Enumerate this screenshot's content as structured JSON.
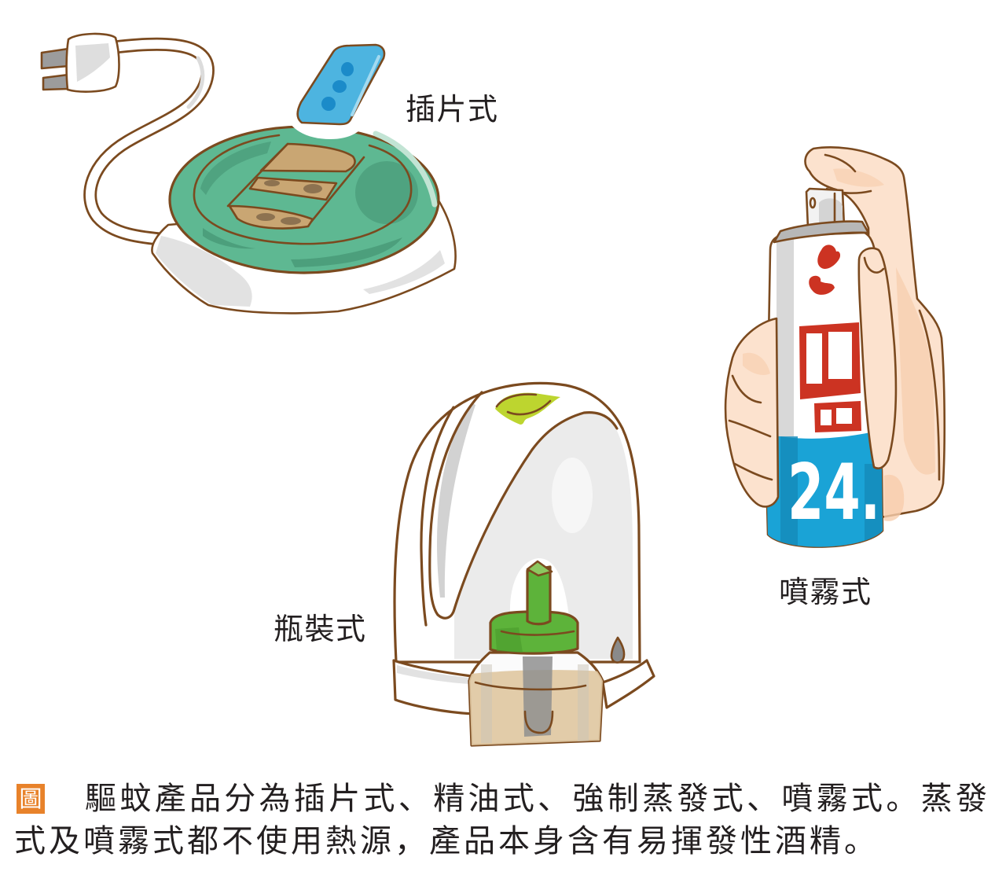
{
  "figure": {
    "labels": {
      "mat": "插片式",
      "liquid": "瓶裝式",
      "spray": "噴霧式"
    },
    "illustrations": [
      {
        "type": "mat",
        "icon": "electric-mosquito-mat-heater-icon",
        "label_ref": "labels.mat"
      },
      {
        "type": "liquid",
        "icon": "liquid-vaporizer-icon",
        "label_ref": "labels.liquid"
      },
      {
        "type": "spray",
        "icon": "aerosol-spray-can-in-hand-icon",
        "label_ref": "labels.spray"
      }
    ],
    "spray_can": {
      "brand_number": "24."
    },
    "caption": {
      "marker": "圖",
      "lines": [
        "驅蚊產品分為插片式、精油式、強制蒸發式、噴霧式。蒸發",
        "式及噴霧式都不使用熱源，產品本身含有易揮發性酒精。"
      ]
    },
    "colors": {
      "outline": "#7b4a1f",
      "mat_dish_green": "#5eb892",
      "mat_dish_shade": "#4c9f7c",
      "tablet_blue": "#4db4e0",
      "tablet_dots": "#1b8bc9",
      "mat_tan": "#c9a673",
      "spray_band_blue": "#1aa3d6",
      "logo_red": "#cc3322",
      "skin": "#fce2ce",
      "skin_shade": "#f7cdac",
      "cap_green": "#5db33a",
      "leaf_green": "#bdd52f",
      "liquid_tan": "#dfc7a0",
      "device_grey": "#e2e2e2",
      "caption_marker_orange": "#e8822a",
      "text": "#231f20"
    }
  }
}
